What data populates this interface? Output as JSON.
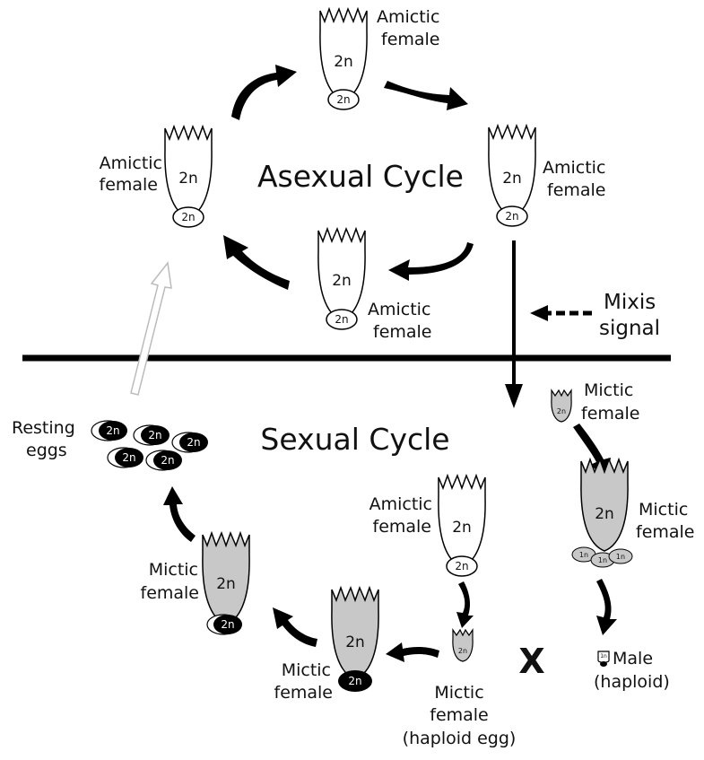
{
  "titles": {
    "asexual": "Asexual Cycle",
    "sexual": "Sexual Cycle"
  },
  "labels": {
    "amictic_top": [
      "Amictic",
      "female"
    ],
    "amictic_left": [
      "Amictic",
      "female"
    ],
    "amictic_right": [
      "Amictic",
      "female"
    ],
    "amictic_bottom": [
      "Amictic",
      "female"
    ],
    "mixis": [
      "Mixis",
      "signal"
    ],
    "mictic_small": [
      "Mictic",
      "female"
    ],
    "mictic_big": [
      "Mictic",
      "female"
    ],
    "male": [
      "Male",
      "(haploid)"
    ],
    "amictic_sexual": [
      "Amictic",
      "female"
    ],
    "mictic_haploid": [
      "Mictic",
      "female",
      "(haploid egg)"
    ],
    "mictic_fert": [
      "Mictic",
      "female"
    ],
    "mictic_left": [
      "Mictic",
      "female"
    ],
    "resting": [
      "Resting",
      "eggs"
    ]
  },
  "ploidy": {
    "diploid": "2n",
    "haploid": "1n"
  },
  "cross_symbol": "X",
  "colors": {
    "amictic_fill": "#ffffff",
    "mictic_fill": "#c8c8c8",
    "resting_egg": "#000000",
    "line": "#000000"
  }
}
